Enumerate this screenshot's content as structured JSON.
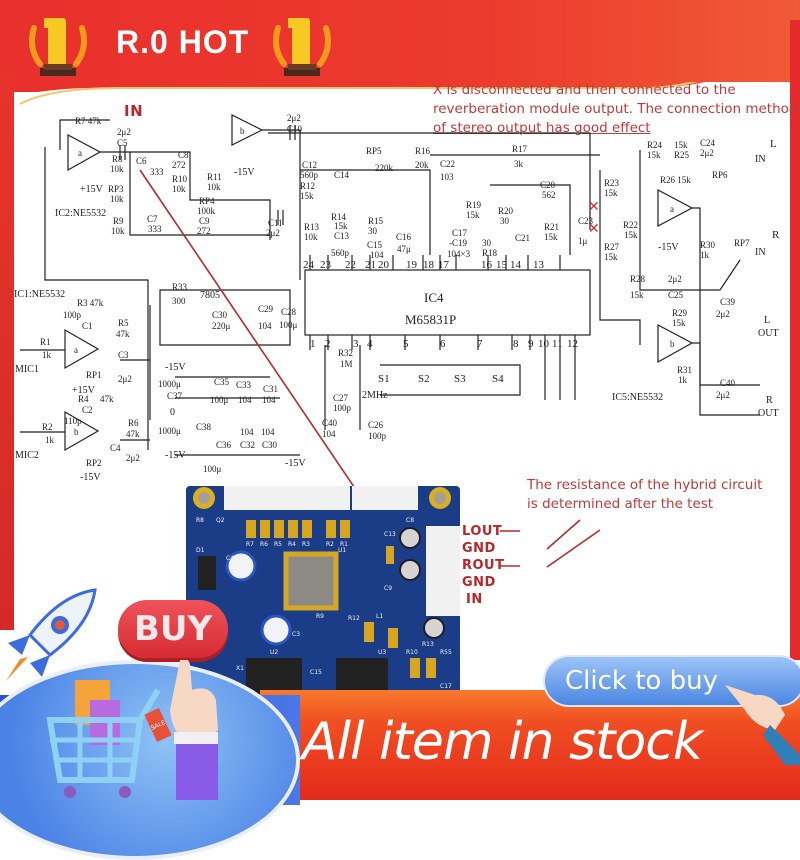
{
  "header": {
    "title": "R.0 HOT",
    "brand_color": "#e8302c"
  },
  "notes": {
    "top": [
      "X is disconnected and then connected to the",
      "reverberation module output. The connection method",
      "of stereo output has good effect"
    ],
    "bottom": [
      "The resistance of the hybrid circuit",
      "is determined after the test"
    ],
    "in_label": "IN"
  },
  "schematic": {
    "ic4_name": "IC4",
    "ic4_part": "M65831P",
    "ic2_label": "IC2:NE5532",
    "ic1_label": "IC1:NE5532",
    "ic5_label": "IC5:NE5532",
    "regulator": "7805",
    "top_pins": [
      "24",
      "23",
      "22",
      "21",
      "20",
      "19",
      "18",
      "17",
      "16",
      "15",
      "14",
      "13"
    ],
    "bottom_pins": [
      "1",
      "2",
      "3",
      "4",
      "5",
      "6",
      "7",
      "8",
      "9",
      "10",
      "11",
      "12"
    ],
    "switches": [
      "S1",
      "S2",
      "S3",
      "S4"
    ],
    "crystal": "2MHz",
    "components": {
      "r7": "R7 47k",
      "c5": "C5",
      "c5v": "2μ2",
      "r8": "R8",
      "r8v": "10k",
      "c6": "C6",
      "c6v": "333",
      "rp3": "RP3",
      "rp3v": "10k",
      "r9": "R9",
      "r9v": "10k",
      "c7": "C7",
      "c7v": "333",
      "c8": "C8",
      "c8v": "272",
      "r10": "R10",
      "r10v": "10k",
      "r11": "R11",
      "r11v": "10k",
      "rp4": "RP4",
      "rp4v": "100k",
      "c9": "C9",
      "c9v": "272",
      "c10": "C10",
      "c10v": "2μ2",
      "c11": "C11",
      "c11v": "2μ2",
      "c12": "C12",
      "c12v": "560p",
      "c14": "C14",
      "r12": "R12",
      "r12v": "15k",
      "r13": "R13",
      "r13v": "10k",
      "r14": "R14",
      "r14v": "15k",
      "c13": "C13",
      "c13v": "560p",
      "r15": "R15",
      "r15v": "30",
      "c15": "C15",
      "c15v": "104",
      "c16": "C16",
      "c16v": "47μ",
      "c17": "C17",
      "c19": "-C19",
      "c19v": "104×3",
      "rp5": "RP5",
      "rp5v": "220k",
      "r16": "R16",
      "r16v": "20k",
      "c22": "C22",
      "c22v": "103",
      "r17": "R17",
      "r17v": "3k",
      "c20": "C20",
      "c20v": "562",
      "r19": "R19",
      "r19v": "15k",
      "r20": "R20",
      "r20v": "30",
      "r18": "R18",
      "r18v": "30",
      "c21": "C21",
      "r21": "R21",
      "r21v": "15k",
      "r24": "R24",
      "r24v": "15k",
      "r25": "R25",
      "r25v": "15k",
      "c24": "C24",
      "c24v": "2μ2",
      "rp6": "RP6",
      "r26": "R26 15k",
      "r23": "R23",
      "r23v": "15k",
      "r22": "R22",
      "r22v": "15k",
      "c23": "C23",
      "c23v": "1μ",
      "r27": "R27",
      "r27v": "15k",
      "r30": "R30",
      "r30v": "1k",
      "rp7": "RP7",
      "r28": "R28",
      "r28v": "15k",
      "c25": "C25",
      "c25v": "2μ2",
      "c39": "C39",
      "c39v": "2μ2",
      "r29": "R29",
      "r29v": "15k",
      "r31": "R31",
      "r31v": "1k",
      "c40b": "C40",
      "c40bv": "2μ2",
      "r33": "R33",
      "r33v": "300",
      "c30": "C30",
      "c30v": "220μ",
      "c29": "C29",
      "c29v": "104",
      "c28": "C28",
      "c28v": "100μ",
      "r32": "R32",
      "r32v": "1M",
      "c27": "C27",
      "c27v": "100p",
      "c26": "C26",
      "c26v": "100p",
      "c40": "C40",
      "c40v": "104",
      "r3": "R3 47k",
      "c1": "C1",
      "c1v": "100p",
      "r1": "R1",
      "r1v": "1k",
      "r5": "R5",
      "r5v": "47k",
      "rp1": "RP1",
      "c3": "C3",
      "c3v": "2μ2",
      "r4": "R4",
      "r4v": "47k",
      "c2": "C2",
      "c2v": "110p",
      "r2": "R2",
      "r2v": "1k",
      "r6": "R6",
      "r6v": "47k",
      "rp2": "RP2",
      "c4": "C4",
      "c4v": "2μ2",
      "c37": "C37",
      "c37v": "1000μ",
      "c35": "C35",
      "c35v": "100μ",
      "c33": "C33",
      "c33v": "104",
      "c31": "C31",
      "c31v": "104",
      "c38": "C38",
      "c38v": "1000μ",
      "c36": "C36",
      "c36v": "100μ",
      "c32": "C32",
      "c32v": "104",
      "c30b": "C30",
      "c30bv": "104"
    },
    "rails": {
      "pos15": "+15V",
      "neg15": "-15V",
      "zero": "0"
    },
    "ports": {
      "mic1": "MIC1",
      "mic2": "MIC2",
      "l": "L",
      "r": "R",
      "in": "IN",
      "out": "OUT",
      "l_out": "L",
      "r_out": "R"
    },
    "amp_a": "a",
    "amp_b": "b"
  },
  "pcb": {
    "pins": [
      "LOUT",
      "GND",
      "ROUT",
      "GND",
      "IN"
    ],
    "refs": [
      "C4",
      "C3",
      "D1",
      "U1",
      "U2",
      "U3",
      "R12",
      "L1",
      "R9",
      "C8",
      "C13",
      "C9",
      "R10",
      "R13",
      "R55",
      "C17",
      "C15",
      "X1",
      "R7",
      "R6",
      "R5",
      "R4",
      "R3",
      "R2",
      "R1",
      "Q2",
      "R8"
    ],
    "board_color": "#1b3c86"
  },
  "promo": {
    "buy_label": "BUY",
    "click_label": "Click to buy",
    "stock_text": "All item in stock",
    "sale_tag": "SALE"
  }
}
